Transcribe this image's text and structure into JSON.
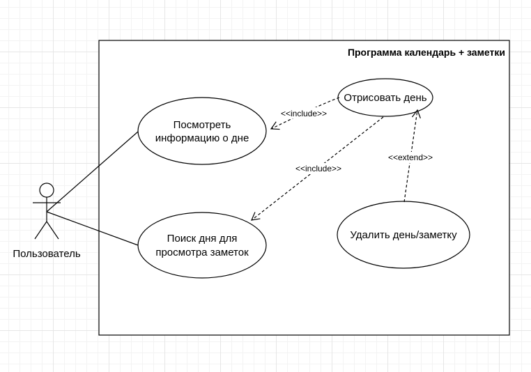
{
  "system": {
    "title": "Программа календарь + заметки"
  },
  "actor": {
    "name": "Пользователь"
  },
  "use_cases": {
    "view_day_info": {
      "line1": "Посмотреть",
      "line2": "информацию о дне"
    },
    "search_day": {
      "line1": "Поиск дня для",
      "line2": "просмотра заметок"
    },
    "draw_day": {
      "label": "Отрисовать день"
    },
    "delete_day": {
      "label": "Удалить день/заметку"
    }
  },
  "relations": {
    "include_view": "<<include>>",
    "include_search": "<<include>>",
    "extend_delete": "<<extend>>"
  },
  "colors": {
    "stroke": "#000000",
    "fill": "#ffffff",
    "grid": "#e6e6e6"
  }
}
